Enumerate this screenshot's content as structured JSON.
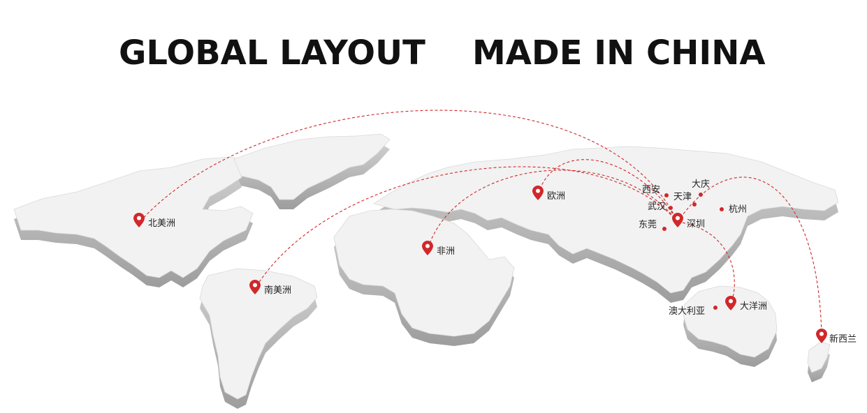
{
  "title_left": "GLOBAL LAYOUT",
  "title_right": "MADE IN CHINA",
  "colors": {
    "accent": "#d0282b",
    "land_top": "#f1f1f1",
    "land_side": "#b9b9b9"
  },
  "hub": "深圳",
  "regions": {
    "north_america": "北美洲",
    "south_america": "南美洲",
    "africa": "非洲",
    "europe": "欧洲",
    "oceania": "大洋洲",
    "new_zealand": "新西兰"
  },
  "cities": {
    "xian": "西安",
    "tianjin": "天津",
    "daqing": "大庆",
    "wuhan": "武汉",
    "hangzhou": "杭州",
    "dongguan": "东莞",
    "australia": "澳大利亚"
  },
  "icons": {
    "pin": "map-pin-icon",
    "dot": "city-dot-icon"
  }
}
